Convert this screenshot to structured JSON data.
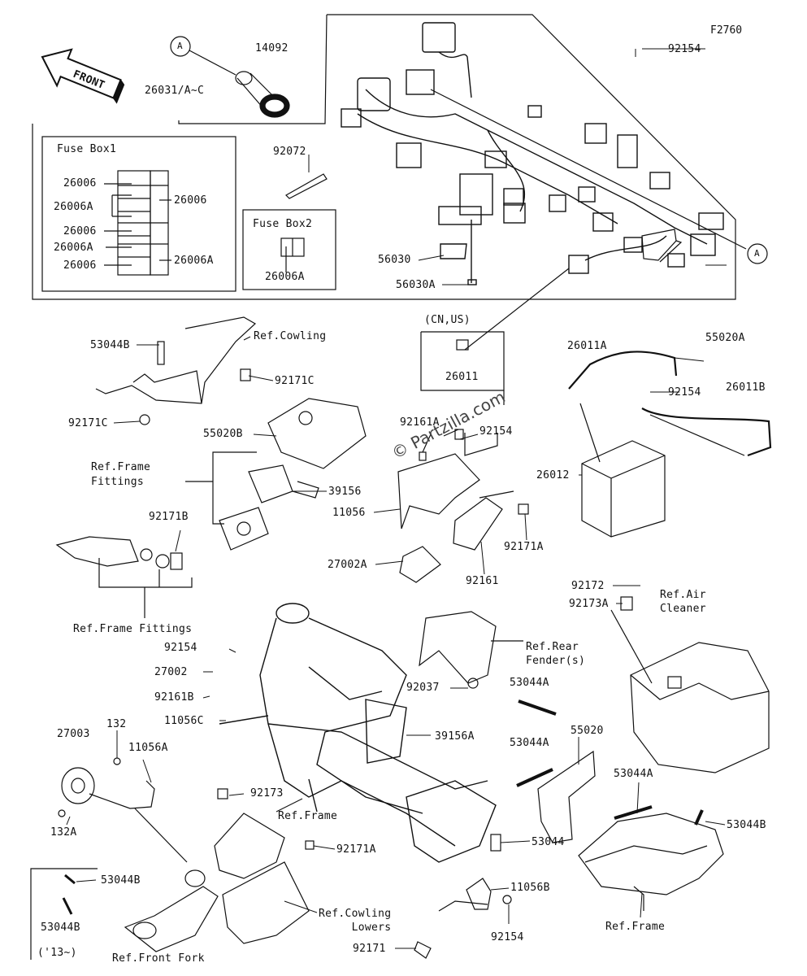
{
  "diagram_code": "F2760",
  "front_label": "FRONT",
  "watermark": "© Partzilla.com",
  "ref_marker": "A",
  "parts": {
    "p14092": "14092",
    "p26031": "26031/A~C",
    "fuse_box1_title": "Fuse Box1",
    "fuse_box2_title": "Fuse Box2",
    "fb1_26006_a": "26006",
    "fb1_26006A_a": "26006A",
    "fb1_26006_b": "26006",
    "fb1_26006A_b": "26006A",
    "fb1_26006_c": "26006",
    "fb1_26006_right": "26006",
    "fb1_26006A_right": "26006A",
    "fb2_26006A": "26006A",
    "p92072": "92072",
    "p92154_top": "92154",
    "p56030": "56030",
    "p56030A": "56030A",
    "cn_us": "(CN,US)",
    "p26011": "26011",
    "p55020A": "55020A",
    "p26011A": "26011A",
    "p26011B": "26011B",
    "p92154_batt": "92154",
    "p26012": "26012",
    "p53044B_top": "53044B",
    "ref_cowling": "Ref.Cowling",
    "p92171C_right": "92171C",
    "p92171C_left": "92171C",
    "p55020B": "55020B",
    "ref_frame_fittings_top": "Ref.Frame\nFittings",
    "p39156": "39156",
    "p92171B": "92171B",
    "ref_frame_fittings_bottom": "Ref.Frame Fittings",
    "p92161A": "92161A",
    "p92154_mid": "92154",
    "p11056": "11056",
    "p92171A_mid": "92171A",
    "p27002A": "27002A",
    "p92161": "92161",
    "p92172": "92172",
    "p92173A": "92173A",
    "ref_air_cleaner": "Ref.Air\nCleaner",
    "p92154_left": "92154",
    "p27002": "27002",
    "p92161B": "92161B",
    "p11056C": "11056C",
    "ref_rear_fenders": "Ref.Rear\nFender(s)",
    "p92037": "92037",
    "p53044A_1": "53044A",
    "p53044A_2": "53044A",
    "p39156A": "39156A",
    "p55020": "55020",
    "p53044A_3": "53044A",
    "p27003": "27003",
    "p132": "132",
    "p11056A": "11056A",
    "p132A": "132A",
    "p92173": "92173",
    "ref_frame_mid": "Ref.Frame",
    "p92171A_low": "92171A",
    "p53044": "53044",
    "p53044B_right": "53044B",
    "p11056B": "11056B",
    "p53044B_box1": "53044B",
    "p53044B_box2": "53044B",
    "year_note": "('13~)",
    "ref_cowling_lowers": "Ref.Cowling\nLowers",
    "p92154_bottom": "92154",
    "p92171": "92171",
    "ref_front_fork": "Ref.Front Fork",
    "ref_frame_right": "Ref.Frame"
  }
}
